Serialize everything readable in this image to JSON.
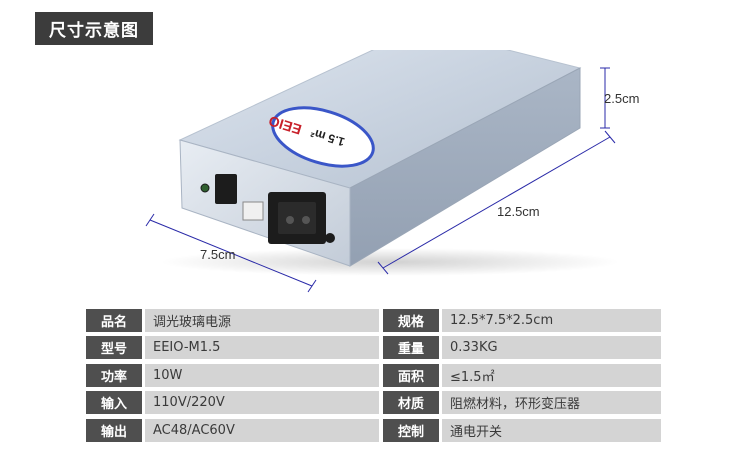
{
  "header": {
    "title": "尺寸示意图"
  },
  "product": {
    "brand": "EEIO",
    "model_mark": "1.5 m²",
    "dimensions": {
      "height": "2.5cm",
      "length": "12.5cm",
      "width": "7.5cm"
    }
  },
  "specs": [
    {
      "left_label": "品名",
      "left_value": "调光玻璃电源",
      "right_label": "规格",
      "right_value": "12.5*7.5*2.5cm"
    },
    {
      "left_label": "型号",
      "left_value": "EEIO-M1.5",
      "right_label": "重量",
      "right_value": "0.33KG"
    },
    {
      "left_label": "功率",
      "left_value": "10W",
      "right_label": "面积",
      "right_value": "≤1.5㎡"
    },
    {
      "left_label": "输入",
      "left_value": "110V/220V",
      "right_label": "材质",
      "right_value": "阻燃材料，环形变压器"
    },
    {
      "left_label": "输出",
      "left_value": "AC48/AC60V",
      "right_label": "控制",
      "right_value": "通电开关"
    }
  ],
  "colors": {
    "label_bg": "#4f4f4f",
    "value_bg": "#d4d4d4",
    "title_bg": "#3c3c3c",
    "dim_line": "#2a2aa8"
  }
}
